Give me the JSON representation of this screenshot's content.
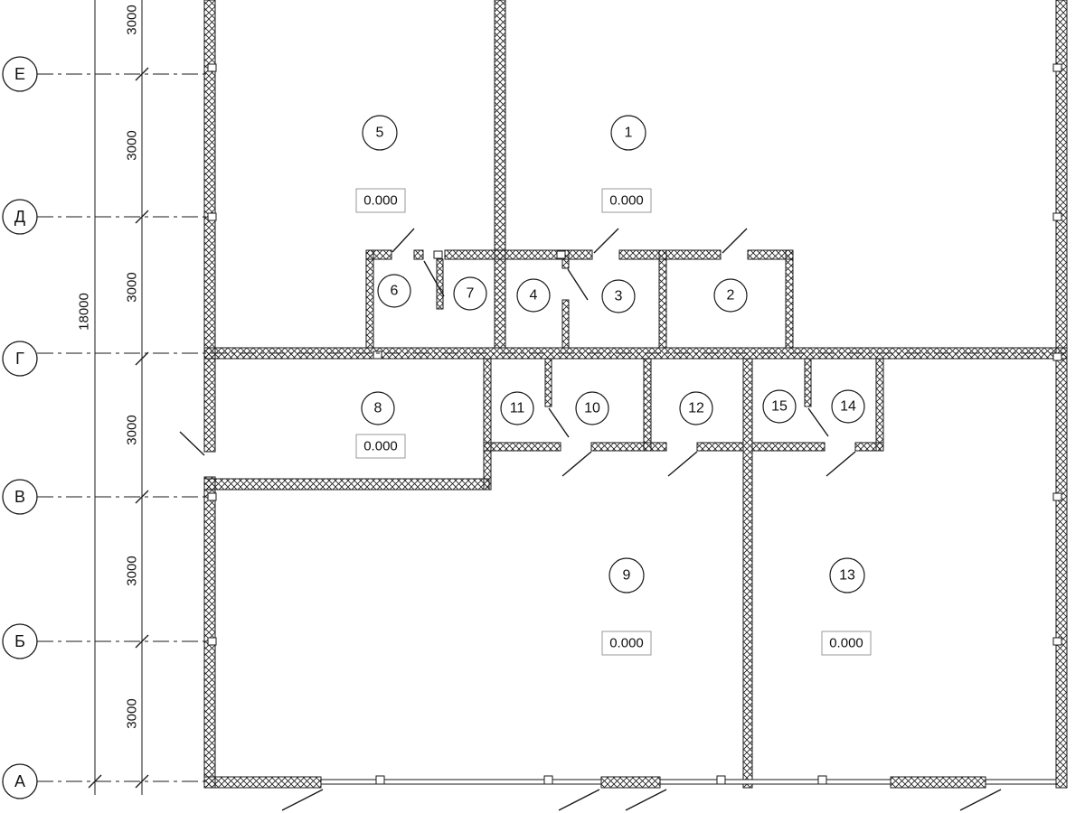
{
  "drawing": {
    "type": "architectural-floor-plan",
    "axis_labels": [
      "Е",
      "Д",
      "Г",
      "В",
      "Б",
      "А"
    ],
    "segment_dims": [
      "3000",
      "3000",
      "3000",
      "3000",
      "3000",
      "3000"
    ],
    "total_dim": "18000",
    "rooms": [
      {
        "num": "5",
        "elev": "0.000"
      },
      {
        "num": "1",
        "elev": "0.000"
      },
      {
        "num": "6"
      },
      {
        "num": "7"
      },
      {
        "num": "4"
      },
      {
        "num": "3"
      },
      {
        "num": "2"
      },
      {
        "num": "8",
        "elev": "0.000"
      },
      {
        "num": "11"
      },
      {
        "num": "10"
      },
      {
        "num": "12"
      },
      {
        "num": "15"
      },
      {
        "num": "14"
      },
      {
        "num": "9",
        "elev": "0.000"
      },
      {
        "num": "13",
        "elev": "0.000"
      }
    ],
    "colors": {
      "line": "#1a1a1a",
      "bg": "#ffffff",
      "box_border": "#999999"
    }
  }
}
